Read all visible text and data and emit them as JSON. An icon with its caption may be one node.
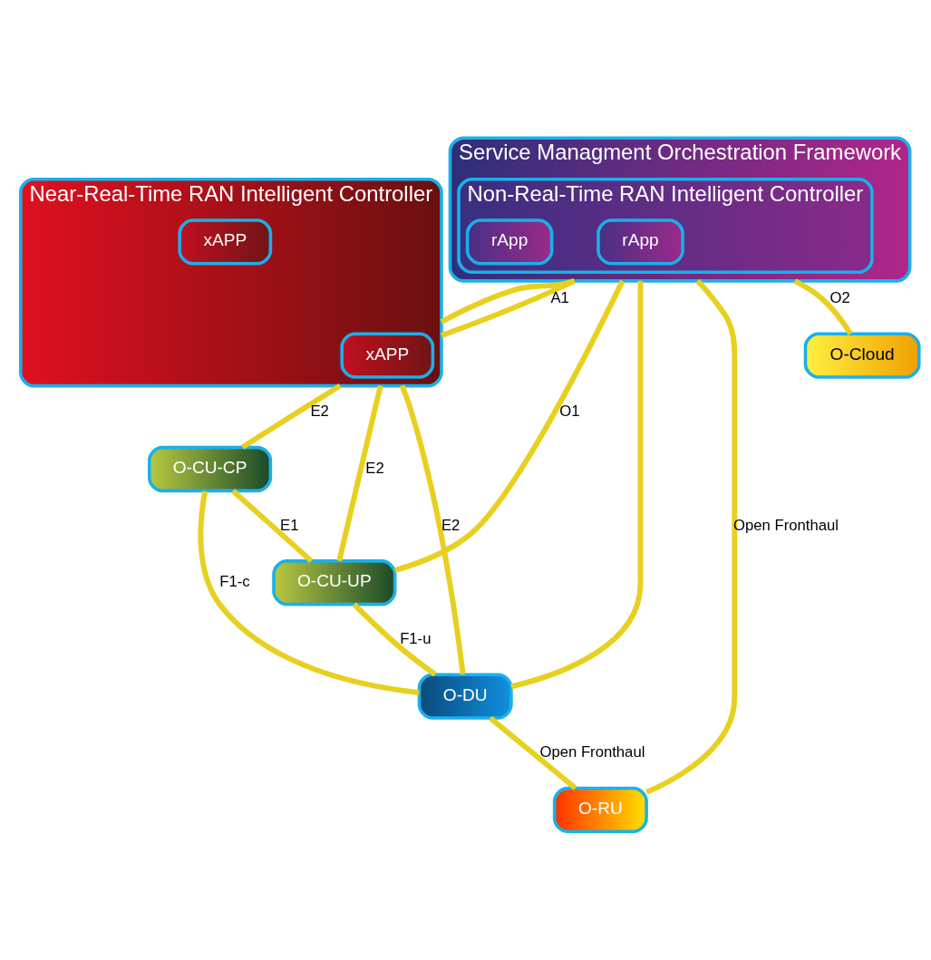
{
  "diagram": {
    "nodes": [
      {
        "text": [
          "Service Managment Orchestration Framework"
        ]
      },
      {
        "text": [
          "Non-Real-Time RAN Intelligent Controller"
        ],
        "in": 0
      },
      {
        "text": [
          "rApp"
        ],
        "in": 1
      },
      {
        "text": [
          "rApp"
        ],
        "in": 1
      },
      {
        "text": [
          "Near-Real-Time RAN Intelligent Controller"
        ]
      },
      {
        "text": [
          "xAPP"
        ],
        "in": 4
      },
      {
        "text": [
          "xAPP"
        ],
        "in": 4
      },
      {
        "text": [
          "O-CU-CP"
        ]
      },
      {
        "text": [
          "O-CU-UP"
        ]
      },
      {
        "text": [
          "O-DU"
        ]
      },
      {
        "text": [
          "O-RU"
        ]
      },
      {
        "text": [
          "O-Cloud"
        ]
      }
    ],
    "edges": [
      {
        "from": 0,
        "to": 4,
        "arrow": "none",
        "label": "A1"
      },
      {
        "from": 4,
        "to": 7,
        "arrow": "none",
        "label": "E2"
      },
      {
        "from": 4,
        "to": 8,
        "arrow": "none",
        "label": "E2"
      },
      {
        "from": 4,
        "to": 9,
        "arrow": "none",
        "label": "E2"
      },
      {
        "from": 7,
        "to": 8,
        "arrow": "none",
        "label": "E1"
      },
      {
        "from": 7,
        "to": 9,
        "arrow": "none",
        "label": "F1-c"
      },
      {
        "from": 8,
        "to": 9,
        "arrow": "none",
        "label": "F1-u"
      },
      {
        "from": 9,
        "to": 10,
        "arrow": "none",
        "label": "Open Fronthaul"
      },
      {
        "from": 0,
        "to": 10,
        "arrow": "none",
        "label": "Open Fronthaul"
      },
      {
        "from": 0,
        "to": 11,
        "arrow": "none",
        "label": "O2"
      },
      {
        "from": 0,
        "to": 4,
        "arrow": "none"
      },
      {
        "from": 0,
        "to": 8,
        "arrow": "none",
        "label": "O1"
      },
      {
        "from": 0,
        "to": 9,
        "arrow": "none"
      }
    ]
  }
}
